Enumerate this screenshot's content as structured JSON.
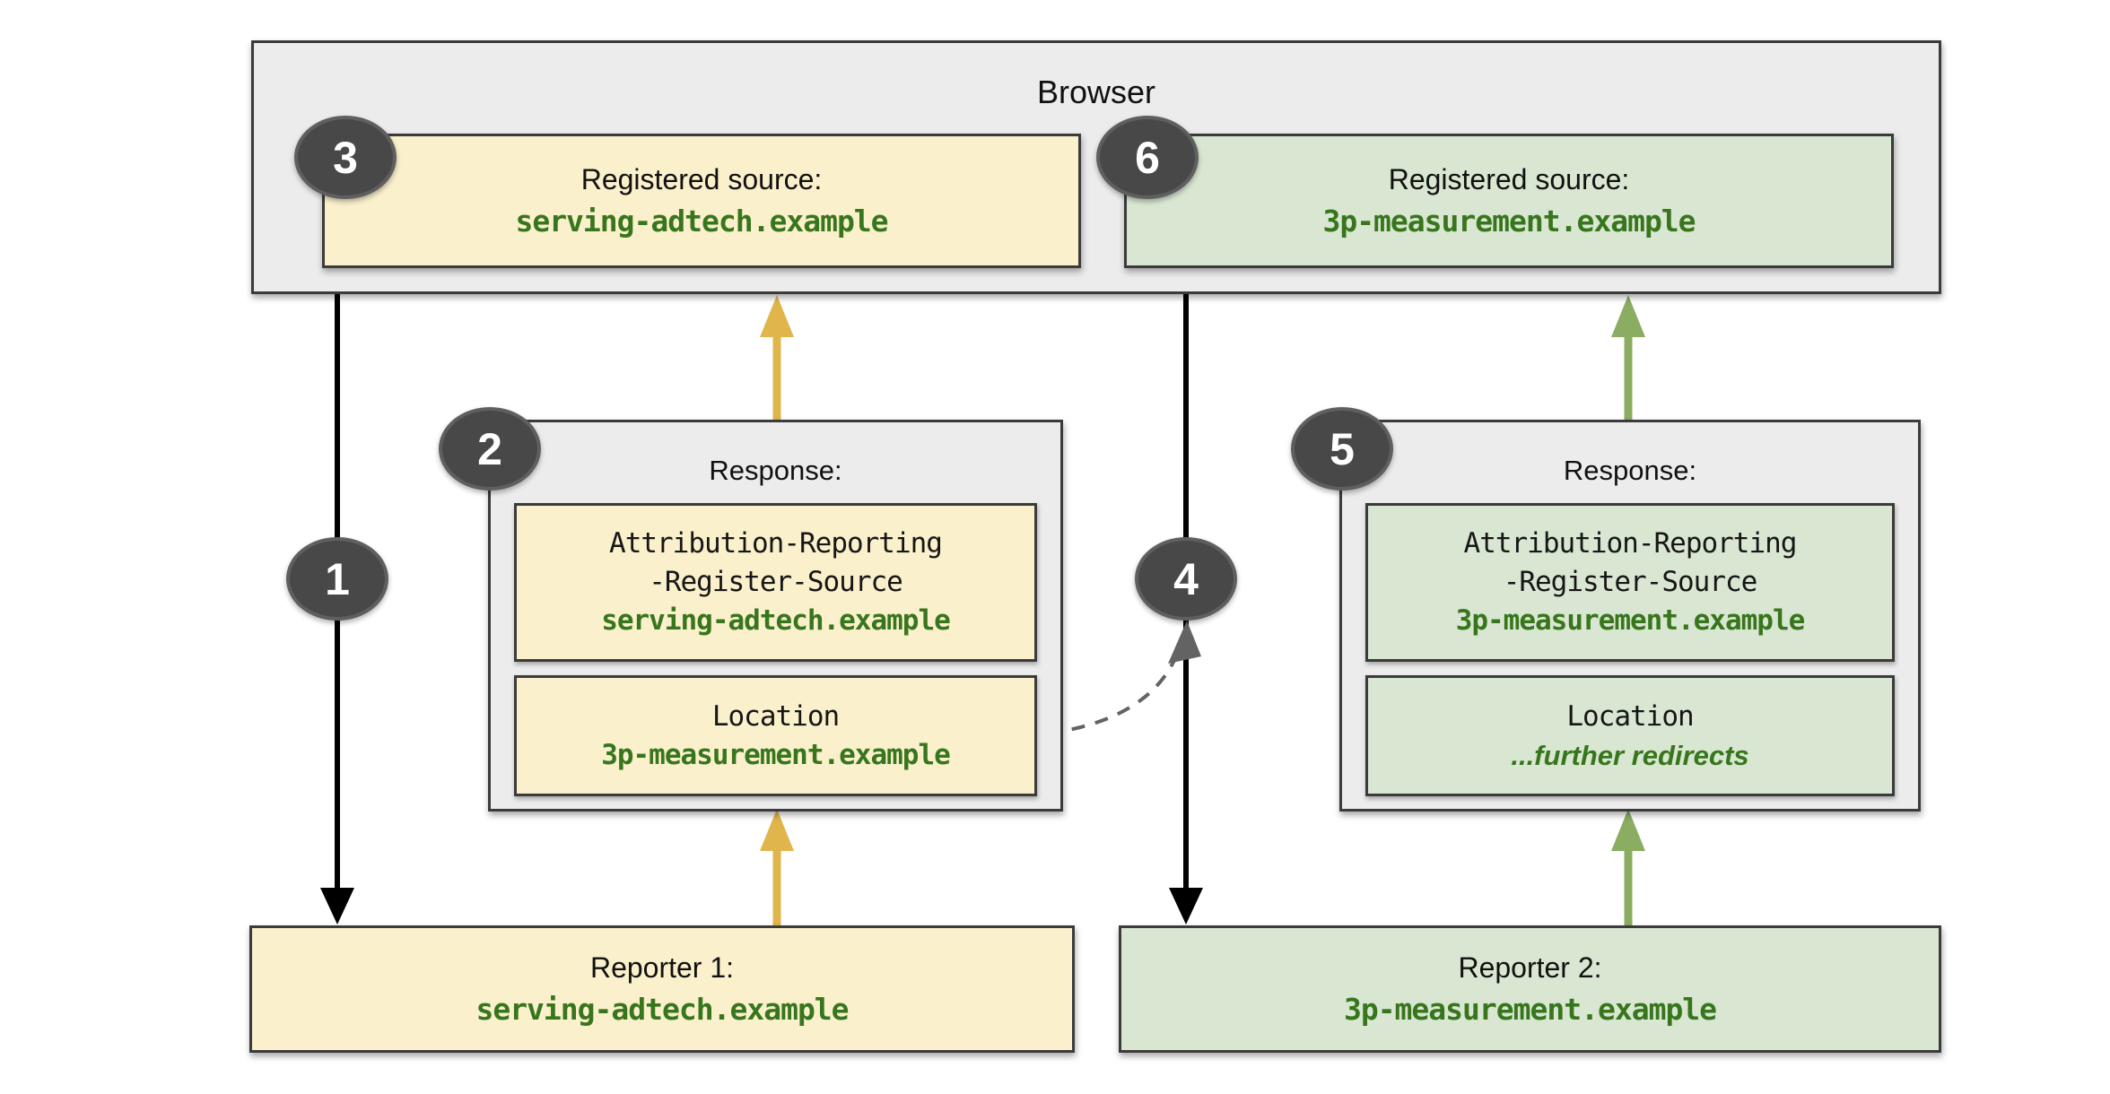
{
  "diagram_title": "Browser",
  "colors": {
    "cream": "#faf0cc",
    "pale_green": "#d9e7d2",
    "container": "#ececec",
    "border": "#3b3b3b",
    "badge_fill": "#484848",
    "badge_ring": "#5f5f5f",
    "arrow_yellow": "#e0b54b",
    "arrow_green": "#8bad62",
    "arrow_black": "#000000",
    "domain_green": "#38761d",
    "dashed": "#636363",
    "text_black": "#1d1d1d"
  },
  "browser": {
    "title": "Browser",
    "sources": [
      {
        "label": "Registered source:",
        "domain": "serving-adtech.example"
      },
      {
        "label": "Registered source:",
        "domain": "3p-measurement.example"
      }
    ]
  },
  "responses": [
    {
      "title": "Response:",
      "register_line1": "Attribution-Reporting",
      "register_line2": "-Register-Source",
      "register_domain": "serving-adtech.example",
      "location_label": "Location",
      "location_value": "3p-measurement.example"
    },
    {
      "title": "Response:",
      "register_line1": "Attribution-Reporting",
      "register_line2": "-Register-Source",
      "register_domain": "3p-measurement.example",
      "location_label": "Location",
      "location_value": "...further redirects"
    }
  ],
  "reporters": [
    {
      "label": "Reporter 1:",
      "domain": "serving-adtech.example"
    },
    {
      "label": "Reporter 2:",
      "domain": "3p-measurement.example"
    }
  ],
  "badges": [
    "1",
    "2",
    "3",
    "4",
    "5",
    "6"
  ]
}
